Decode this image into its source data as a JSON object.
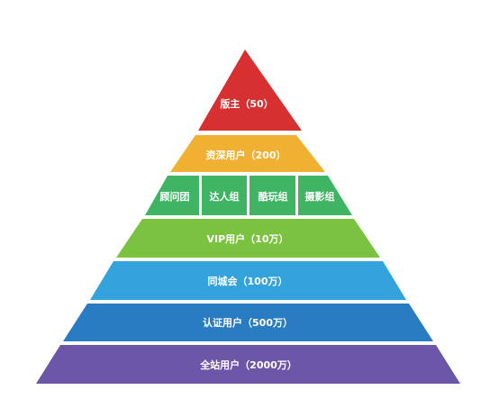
{
  "pyramid": {
    "top": {
      "label": "版主（50）",
      "color": "#d63030"
    },
    "core": {
      "label": "资深用户（200）",
      "color": "#f0b032"
    },
    "groups": {
      "color": "#3fb564",
      "items": [
        {
          "label": "顾问团"
        },
        {
          "label": "达人组"
        },
        {
          "label": "酷玩组"
        },
        {
          "label": "摄影组"
        }
      ]
    },
    "vip": {
      "label": "VIP用户（10万）",
      "color": "#7cc241"
    },
    "city": {
      "label": "同城会（100万）",
      "color": "#34a3dc"
    },
    "verified": {
      "label": "认证用户（500万）",
      "color": "#2a7cc2"
    },
    "all": {
      "label": "全站用户（2000万）",
      "color": "#6c56a8"
    }
  }
}
